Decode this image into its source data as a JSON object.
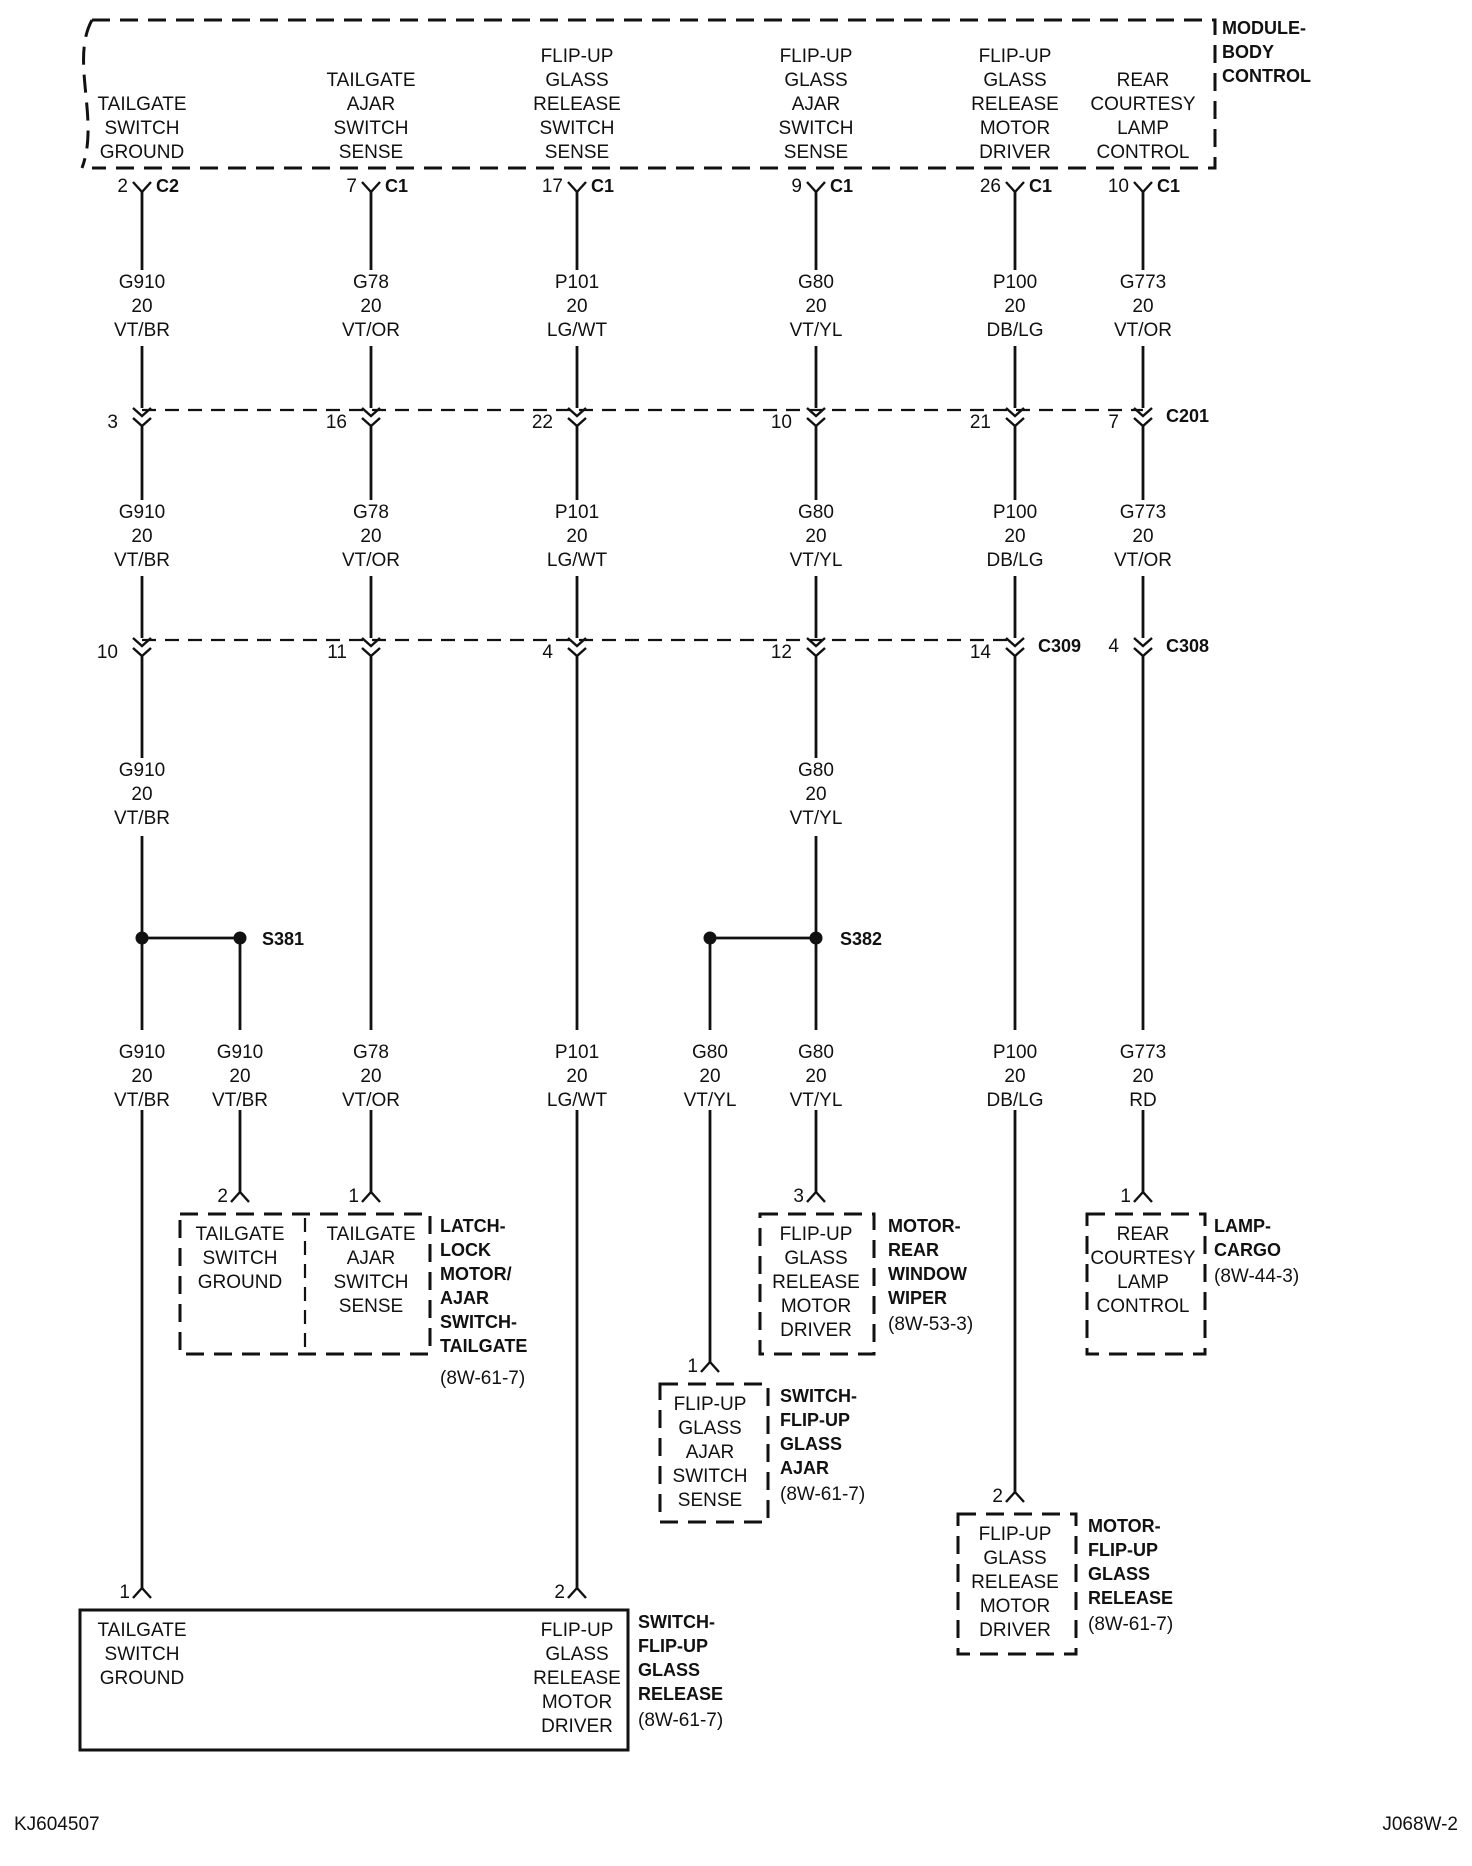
{
  "module": {
    "name": [
      "MODULE-",
      "BODY",
      "CONTROL"
    ],
    "pins": [
      {
        "label": [
          "TAILGATE",
          "SWITCH",
          "GROUND"
        ],
        "pin": "2",
        "conn": "C2"
      },
      {
        "label": [
          "TAILGATE",
          "AJAR",
          "SWITCH",
          "SENSE"
        ],
        "pin": "7",
        "conn": "C1"
      },
      {
        "label": [
          "FLIP-UP",
          "GLASS",
          "RELEASE",
          "SWITCH",
          "SENSE"
        ],
        "pin": "17",
        "conn": "C1"
      },
      {
        "label": [
          "FLIP-UP",
          "GLASS",
          "AJAR",
          "SWITCH",
          "SENSE"
        ],
        "pin": "9",
        "conn": "C1"
      },
      {
        "label": [
          "FLIP-UP",
          "GLASS",
          "RELEASE",
          "MOTOR",
          "DRIVER"
        ],
        "pin": "26",
        "conn": "C1"
      },
      {
        "label": [
          "REAR",
          "COURTESY",
          "LAMP",
          "CONTROL"
        ],
        "pin": "10",
        "conn": "C1"
      }
    ]
  },
  "wires_top": [
    [
      "G910",
      "20",
      "VT/BR"
    ],
    [
      "G78",
      "20",
      "VT/OR"
    ],
    [
      "P101",
      "20",
      "LG/WT"
    ],
    [
      "G80",
      "20",
      "VT/YL"
    ],
    [
      "P100",
      "20",
      "DB/LG"
    ],
    [
      "G773",
      "20",
      "VT/OR"
    ]
  ],
  "c201": {
    "name": "C201",
    "pins": [
      "3",
      "16",
      "22",
      "10",
      "21",
      "7"
    ]
  },
  "wires_mid": [
    [
      "G910",
      "20",
      "VT/BR"
    ],
    [
      "G78",
      "20",
      "VT/OR"
    ],
    [
      "P101",
      "20",
      "LG/WT"
    ],
    [
      "G80",
      "20",
      "VT/YL"
    ],
    [
      "P100",
      "20",
      "DB/LG"
    ],
    [
      "G773",
      "20",
      "VT/OR"
    ]
  ],
  "c309": {
    "name": "C309",
    "pins": [
      "10",
      "11",
      "4",
      "12",
      "14"
    ]
  },
  "c308": {
    "name": "C308",
    "pin": "4"
  },
  "wires_low": [
    [
      "G910",
      "20",
      "VT/BR"
    ],
    [
      "G80",
      "20",
      "VT/YL"
    ]
  ],
  "splices": {
    "s381": "S381",
    "s382": "S382"
  },
  "wires_bottom": [
    [
      "G910",
      "20",
      "VT/BR"
    ],
    [
      "G910",
      "20",
      "VT/BR"
    ],
    [
      "G78",
      "20",
      "VT/OR"
    ],
    [
      "P101",
      "20",
      "LG/WT"
    ],
    [
      "G80",
      "20",
      "VT/YL"
    ],
    [
      "G80",
      "20",
      "VT/YL"
    ],
    [
      "P100",
      "20",
      "DB/LG"
    ],
    [
      "G773",
      "20",
      "RD"
    ]
  ],
  "components": {
    "latch": {
      "pins": [
        "2",
        "1"
      ],
      "left": [
        "TAILGATE",
        "SWITCH",
        "GROUND"
      ],
      "right": [
        "TAILGATE",
        "AJAR",
        "SWITCH",
        "SENSE"
      ],
      "name": [
        "LATCH-",
        "LOCK",
        "MOTOR/",
        "AJAR",
        "SWITCH-",
        "TAILGATE"
      ],
      "ref": "(8W-61-7)"
    },
    "wiper": {
      "pin": "3",
      "label": [
        "FLIP-UP",
        "GLASS",
        "RELEASE",
        "MOTOR",
        "DRIVER"
      ],
      "name": [
        "MOTOR-",
        "REAR",
        "WINDOW",
        "WIPER"
      ],
      "ref": "(8W-53-3)"
    },
    "lamp": {
      "pin": "1",
      "label": [
        "REAR",
        "COURTESY",
        "LAMP",
        "CONTROL"
      ],
      "name": [
        "LAMP-",
        "CARGO"
      ],
      "ref": "(8W-44-3)"
    },
    "ajar": {
      "pin": "1",
      "label": [
        "FLIP-UP",
        "GLASS",
        "AJAR",
        "SWITCH",
        "SENSE"
      ],
      "name": [
        "SWITCH-",
        "FLIP-UP",
        "GLASS",
        "AJAR"
      ],
      "ref": "(8W-61-7)"
    },
    "motor": {
      "pin": "2",
      "label": [
        "FLIP-UP",
        "GLASS",
        "RELEASE",
        "MOTOR",
        "DRIVER"
      ],
      "name": [
        "MOTOR-",
        "FLIP-UP",
        "GLASS",
        "RELEASE"
      ],
      "ref": "(8W-61-7)"
    },
    "release": {
      "pins": [
        "1",
        "2"
      ],
      "left": [
        "TAILGATE",
        "SWITCH",
        "GROUND"
      ],
      "right": [
        "FLIP-UP",
        "GLASS",
        "RELEASE",
        "MOTOR",
        "DRIVER"
      ],
      "name": [
        "SWITCH-",
        "FLIP-UP",
        "GLASS",
        "RELEASE"
      ],
      "ref": "(8W-61-7)"
    }
  },
  "footer": {
    "left": "KJ604507",
    "right": "J068W-2"
  }
}
